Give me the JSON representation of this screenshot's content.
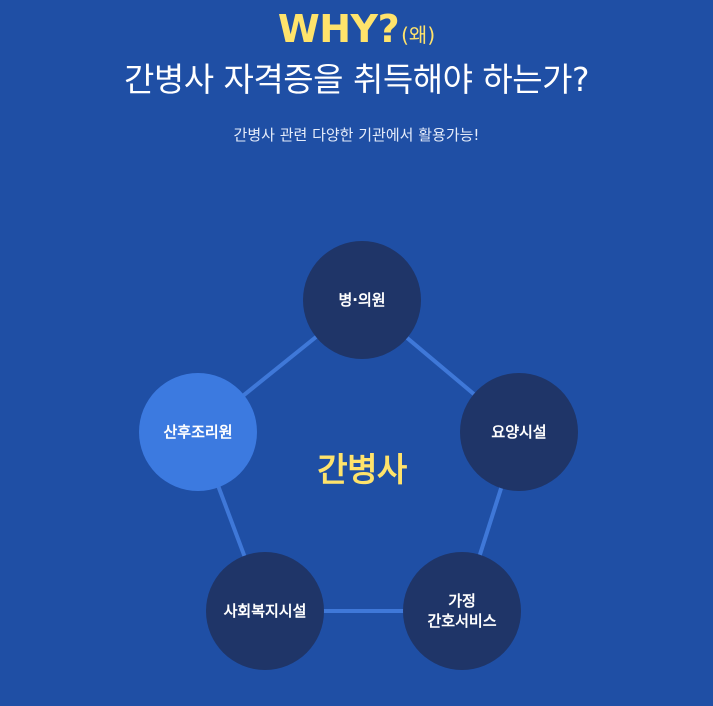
{
  "header": {
    "why": "WHY?",
    "why_sub": "(왜)",
    "headline": "간병사 자격증을 취득해야 하는가?",
    "subline": "간병사 관련 다양한 기관에서 활용가능!"
  },
  "diagram": {
    "center": "간병사",
    "nodes": [
      {
        "id": "hospital",
        "line1": "병·의원",
        "line2": "",
        "highlight": false
      },
      {
        "id": "nursing-facility",
        "line1": "요양시설",
        "line2": "",
        "highlight": false
      },
      {
        "id": "home-nursing",
        "line1": "가정",
        "line2": "간호서비스",
        "highlight": false
      },
      {
        "id": "welfare-facility",
        "line1": "사회복지시설",
        "line2": "",
        "highlight": false
      },
      {
        "id": "postpartum-center",
        "line1": "산후조리원",
        "line2": "",
        "highlight": true
      }
    ],
    "colors": {
      "background": "#1f4fa5",
      "node": "#1f3568",
      "node_highlight": "#3c7ae0",
      "connector": "#3f78d8",
      "accent_text": "#ffe36b"
    }
  }
}
